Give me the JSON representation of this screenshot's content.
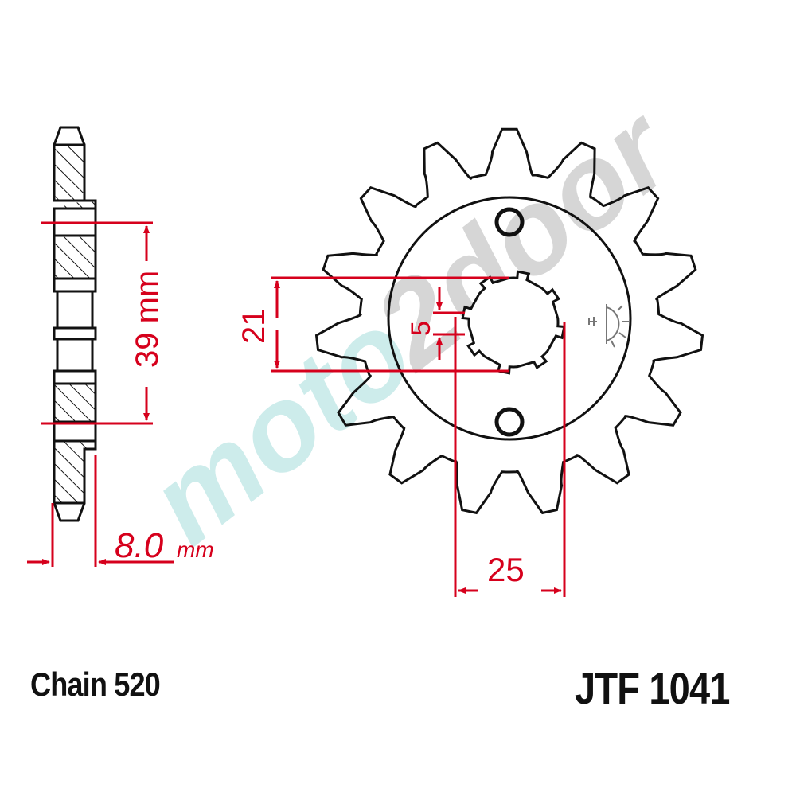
{
  "diagram": {
    "type": "technical-drawing",
    "subject": "front sprocket",
    "colors": {
      "outline": "#111111",
      "dimension": "#d6001c",
      "watermark_teal": "#cdeceb",
      "watermark_gray": "#d2d2d2",
      "background": "#ffffff"
    },
    "sprocket": {
      "teeth_count": 15,
      "bolt_holes": 2,
      "spline_teeth": 8
    },
    "dimensions": {
      "bolt_hole_spacing": {
        "value": "39",
        "unit": "mm",
        "label": "39 mm"
      },
      "thickness": {
        "value": "8.0",
        "unit": "mm",
        "label": "8.0",
        "unit_label": "mm"
      },
      "spline_inner": {
        "value": "21",
        "label": "21"
      },
      "spline_tooth_width": {
        "value": "5",
        "label": "5"
      },
      "spline_outer": {
        "value": "25",
        "label": "25"
      }
    },
    "watermark": {
      "text": "moto2door"
    }
  },
  "footer": {
    "chain_label": "Chain 520",
    "part_number": "JTF 1041"
  }
}
